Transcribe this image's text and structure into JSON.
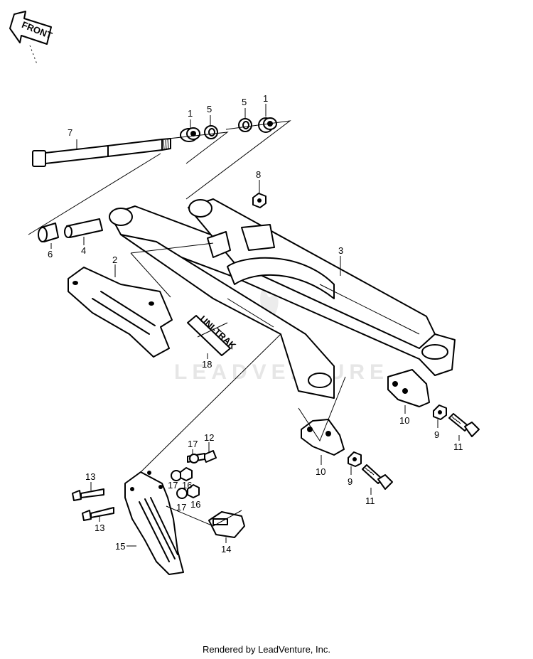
{
  "front_label": "FRONT",
  "decal_text": "UNI-TRAK",
  "watermark": "LEADVENTURE",
  "footer": "Rendered by LeadVenture, Inc.",
  "callouts": [
    {
      "id": "c7",
      "text": "7"
    },
    {
      "id": "c1a",
      "text": "1"
    },
    {
      "id": "c5a",
      "text": "5"
    },
    {
      "id": "c5b",
      "text": "5"
    },
    {
      "id": "c1b",
      "text": "1"
    },
    {
      "id": "c8",
      "text": "8"
    },
    {
      "id": "c3",
      "text": "3"
    },
    {
      "id": "c6",
      "text": "6"
    },
    {
      "id": "c4",
      "text": "4"
    },
    {
      "id": "c2",
      "text": "2"
    },
    {
      "id": "c18",
      "text": "18"
    },
    {
      "id": "c10a",
      "text": "10"
    },
    {
      "id": "c9a",
      "text": "9"
    },
    {
      "id": "c11a",
      "text": "11"
    },
    {
      "id": "c10b",
      "text": "10"
    },
    {
      "id": "c9b",
      "text": "9"
    },
    {
      "id": "c11b",
      "text": "11"
    },
    {
      "id": "c17a",
      "text": "17"
    },
    {
      "id": "c12",
      "text": "12"
    },
    {
      "id": "c13a",
      "text": "13"
    },
    {
      "id": "c17b",
      "text": "17"
    },
    {
      "id": "c16a",
      "text": "16"
    },
    {
      "id": "c17c",
      "text": "17"
    },
    {
      "id": "c16b",
      "text": "16"
    },
    {
      "id": "c13b",
      "text": "13"
    },
    {
      "id": "c15",
      "text": "15"
    },
    {
      "id": "c14",
      "text": "14"
    }
  ]
}
